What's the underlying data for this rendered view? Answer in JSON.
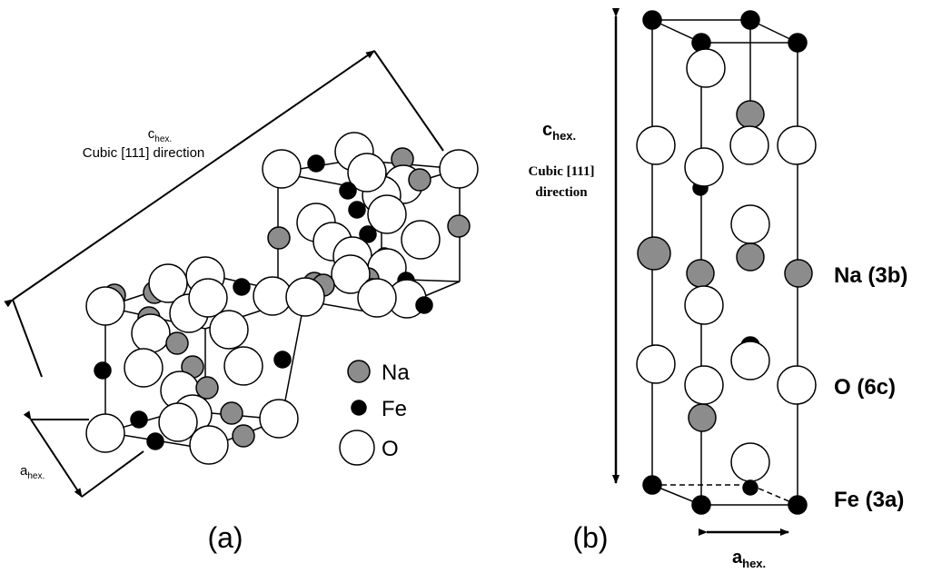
{
  "panel_a": {
    "caption": "(a)",
    "c_label": {
      "main": "c",
      "sub": "hex."
    },
    "direction_label": "Cubic [111] direction",
    "a_label": {
      "main": "a",
      "sub": "hex."
    },
    "legend": [
      {
        "label": "Na",
        "color": "#8c8c8c"
      },
      {
        "label": "Fe",
        "color": "#000000"
      },
      {
        "label": "O",
        "color": "#ffffff"
      }
    ]
  },
  "panel_b": {
    "caption": "(b)",
    "c_label": {
      "main": "c",
      "sub": "hex."
    },
    "direction_line1": "Cubic [111]",
    "direction_line2": "direction",
    "a_label": {
      "main": "a",
      "sub": "hex."
    },
    "site_labels": [
      "Na (3b)",
      "O (6c)",
      "Fe (3a)"
    ]
  },
  "colors": {
    "na": "#8c8c8c",
    "fe": "#000000",
    "o": "#ffffff",
    "stroke": "#000000"
  }
}
